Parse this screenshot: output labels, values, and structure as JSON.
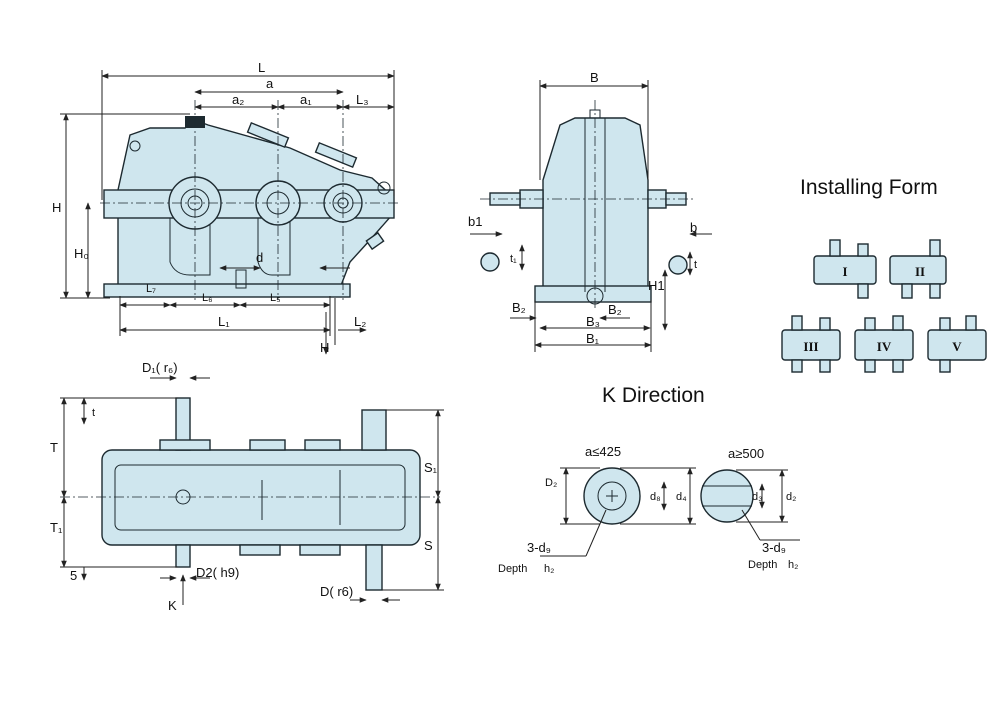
{
  "headings": {
    "installing_form": "Installing Form",
    "k_direction": "K  Direction"
  },
  "front_view": {
    "labels": {
      "L": "L",
      "a": "a",
      "a2": "a₂",
      "a1": "a₁",
      "L3": "L₃",
      "H": "H",
      "H0": "H₀",
      "d": "d",
      "L7": "L₇",
      "L6": "L₆",
      "L5": "L₅",
      "L1": "L₁",
      "L2": "L₂",
      "H_bottom": "H"
    }
  },
  "side_view": {
    "labels": {
      "B": "B",
      "b1": "b1",
      "t1": "t₁",
      "b": "b",
      "t": "t",
      "H1": "H1",
      "B2_left": "B₂",
      "B3": "B₃",
      "B2_right": "B₂",
      "B1": "B₁"
    }
  },
  "top_view": {
    "labels": {
      "D1r6": "D₁( r₆)",
      "t_small": "t",
      "T": "T",
      "T1": "T₁",
      "five": "5",
      "S1": "S₁",
      "S": "S",
      "D2h9": "D2( h9)",
      "Dr6": "D( r6)",
      "K": "K"
    }
  },
  "installing_forms": [
    "I",
    "II",
    "III",
    "IV",
    "V"
  ],
  "k_direction": {
    "left": {
      "condition": "a≤425",
      "D2": "D₂",
      "d8": "d₈",
      "d4": "d₄",
      "holes": "3-d₉",
      "depth": "Depth",
      "h2": "h₂"
    },
    "right": {
      "condition": "a≥500",
      "d3": "d₃",
      "d2": "d₂",
      "holes": "3-d₉",
      "depth": "Depth",
      "h2": "h₂"
    }
  },
  "colors": {
    "body": "#cfe6ee",
    "line": "#1d2a30"
  }
}
